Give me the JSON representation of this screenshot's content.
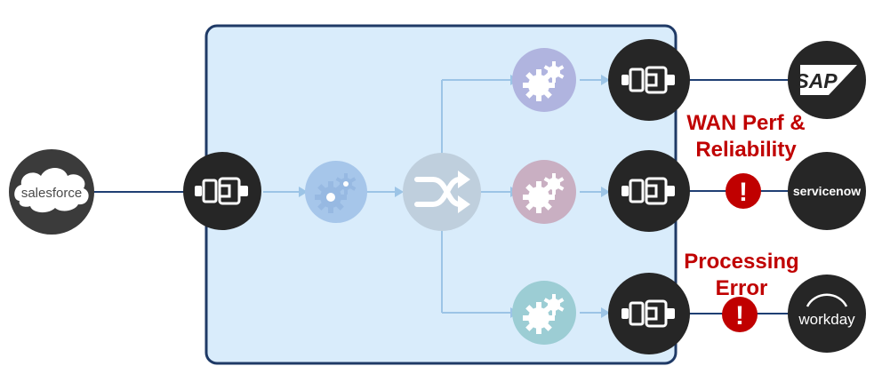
{
  "sources": {
    "salesforce": {
      "name": "salesforce"
    }
  },
  "targets": {
    "sap": {
      "name": "SAP"
    },
    "servicenow": {
      "name": "servicenow"
    },
    "workday": {
      "name": "workday"
    }
  },
  "issues": {
    "wan": {
      "line1": "WAN Perf &",
      "line2": "Reliability"
    },
    "processing": {
      "line1": "Processing",
      "line2": "Error"
    },
    "alert_symbol": "!"
  },
  "icons": {
    "connector": "plug-connector-icon",
    "process": "gears-icon",
    "router": "shuffle-icon",
    "alert": "exclamation-alert-icon"
  },
  "colors": {
    "container_fill": "#d9ecfb",
    "container_border": "#1f3a66",
    "alert_red": "#c00000",
    "node_dark": "#3b3b3b"
  }
}
